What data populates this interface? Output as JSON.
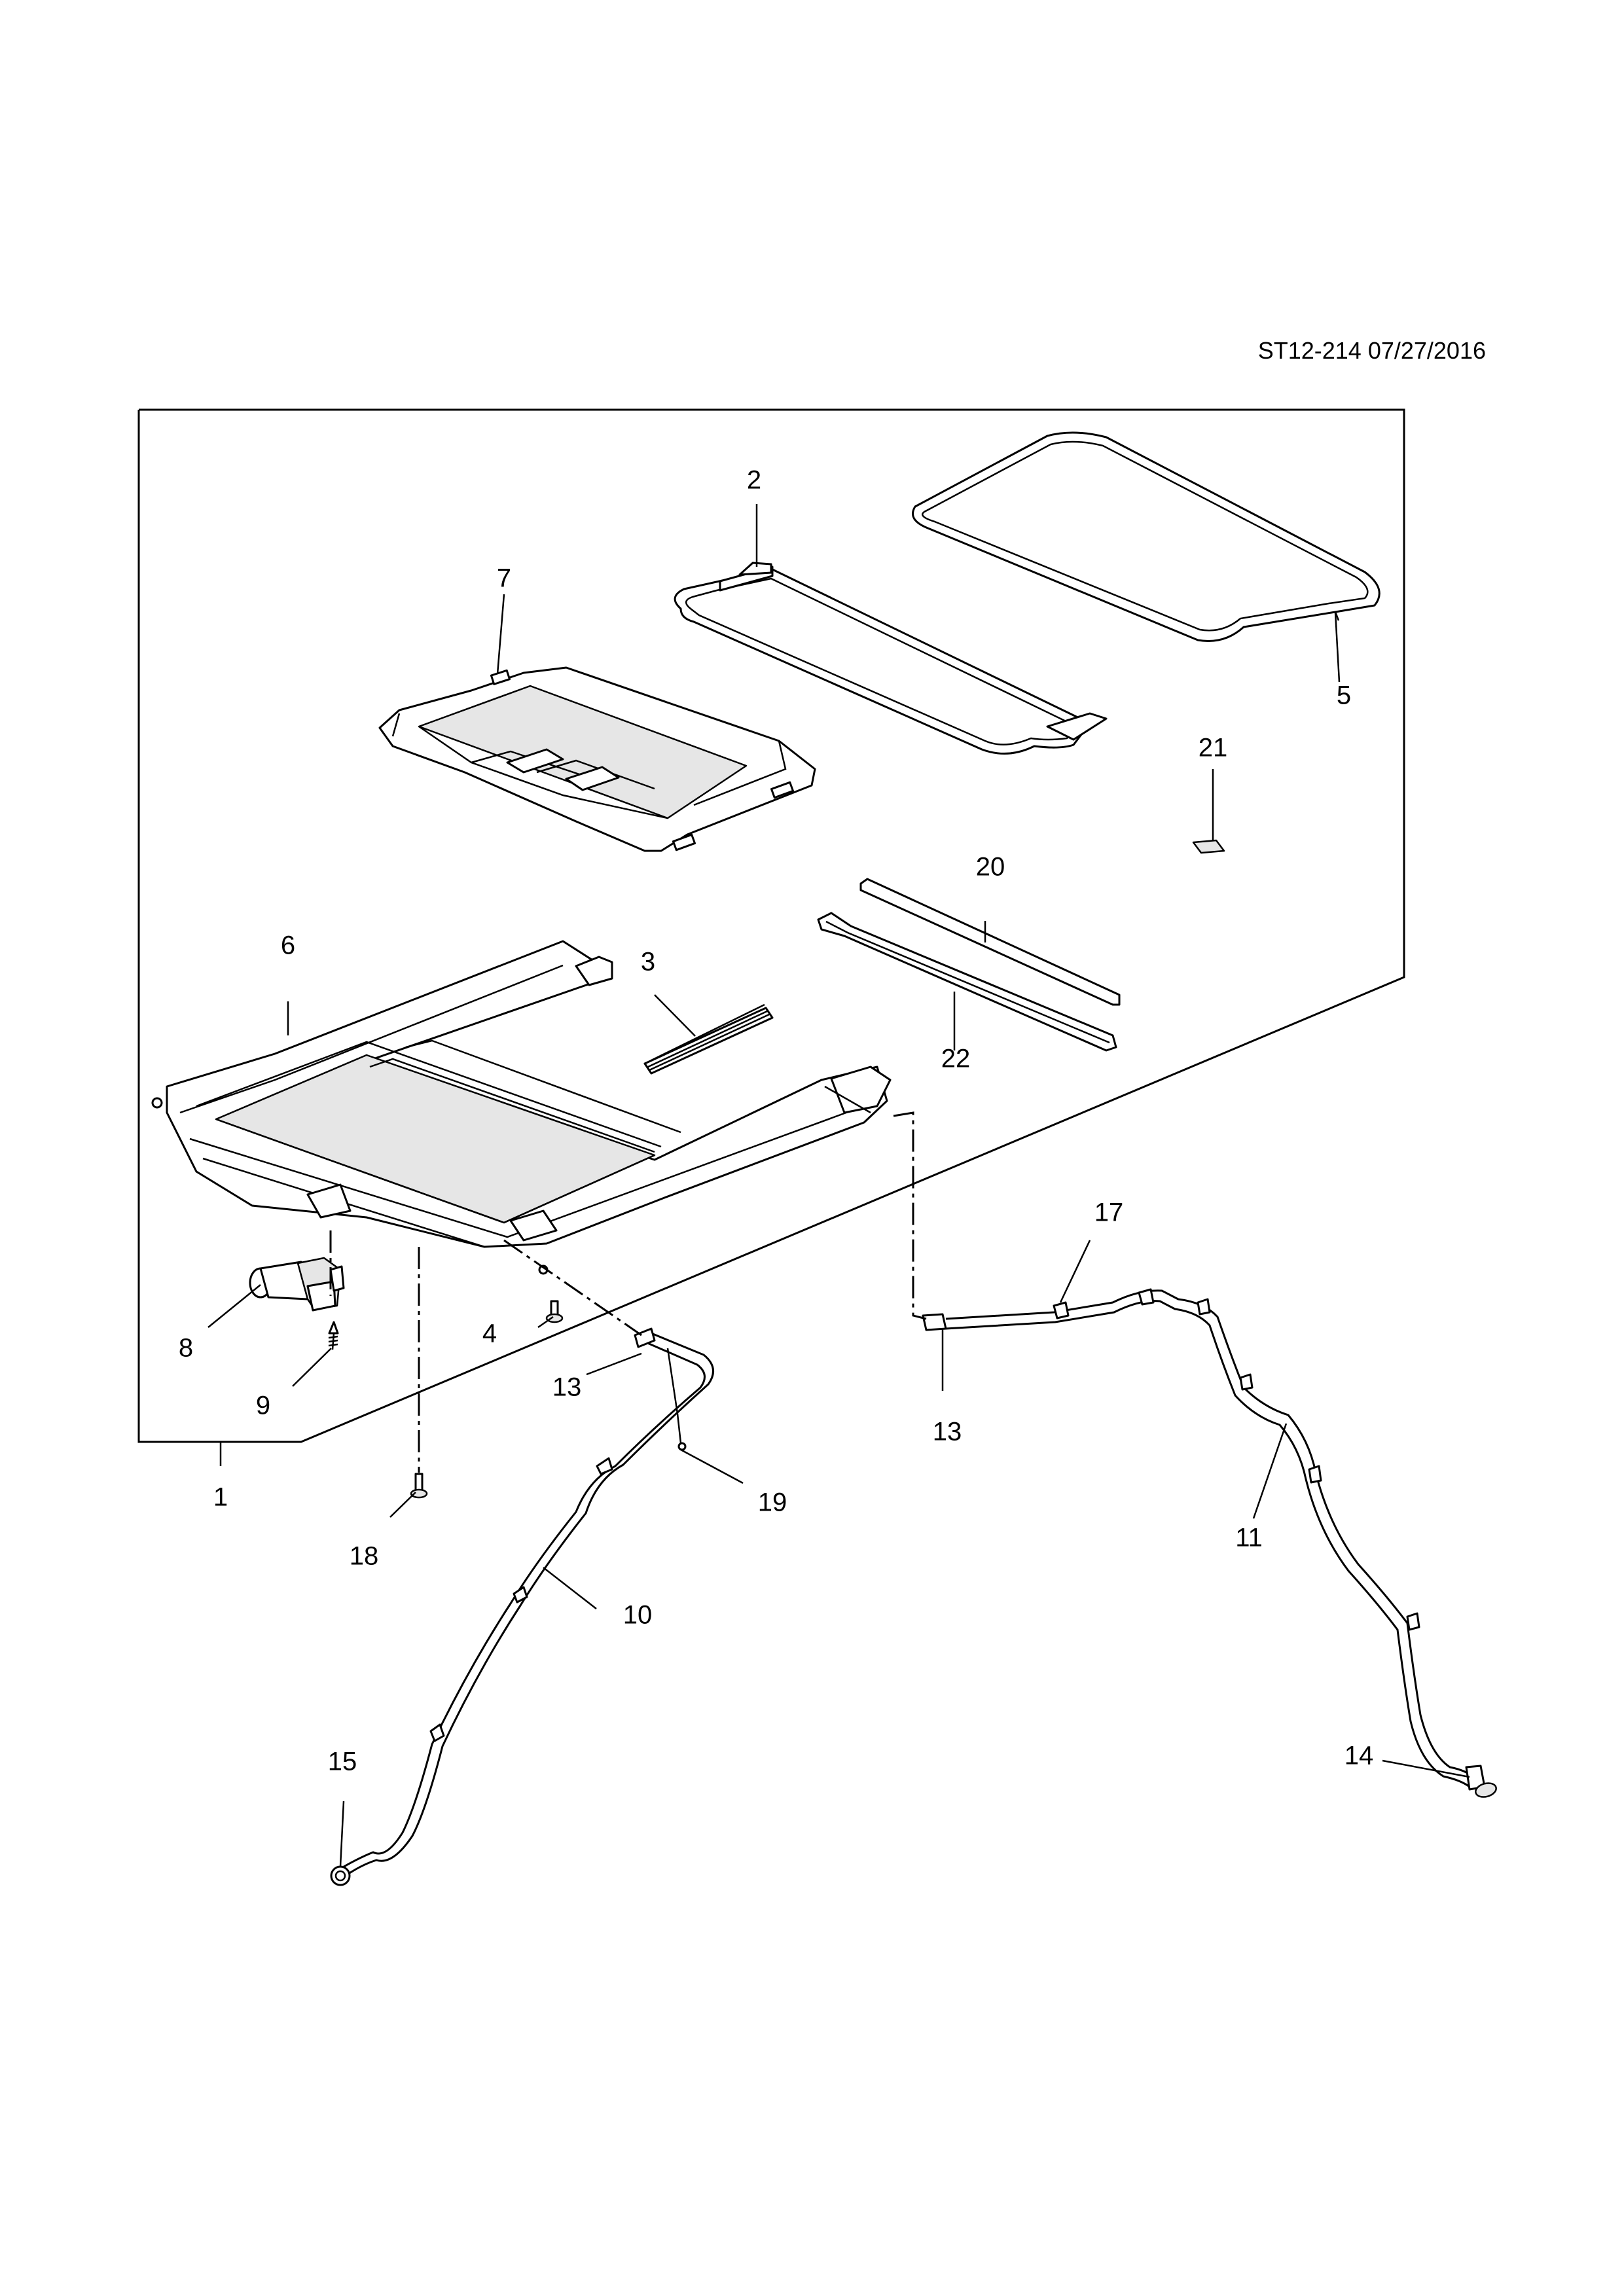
{
  "reference": "ST12-214 07/27/2016",
  "callouts": [
    "1",
    "2",
    "3",
    "4",
    "5",
    "6",
    "7",
    "8",
    "9",
    "10",
    "11",
    "13",
    "13",
    "14",
    "15",
    "17",
    "18",
    "19",
    "20",
    "21",
    "22"
  ]
}
